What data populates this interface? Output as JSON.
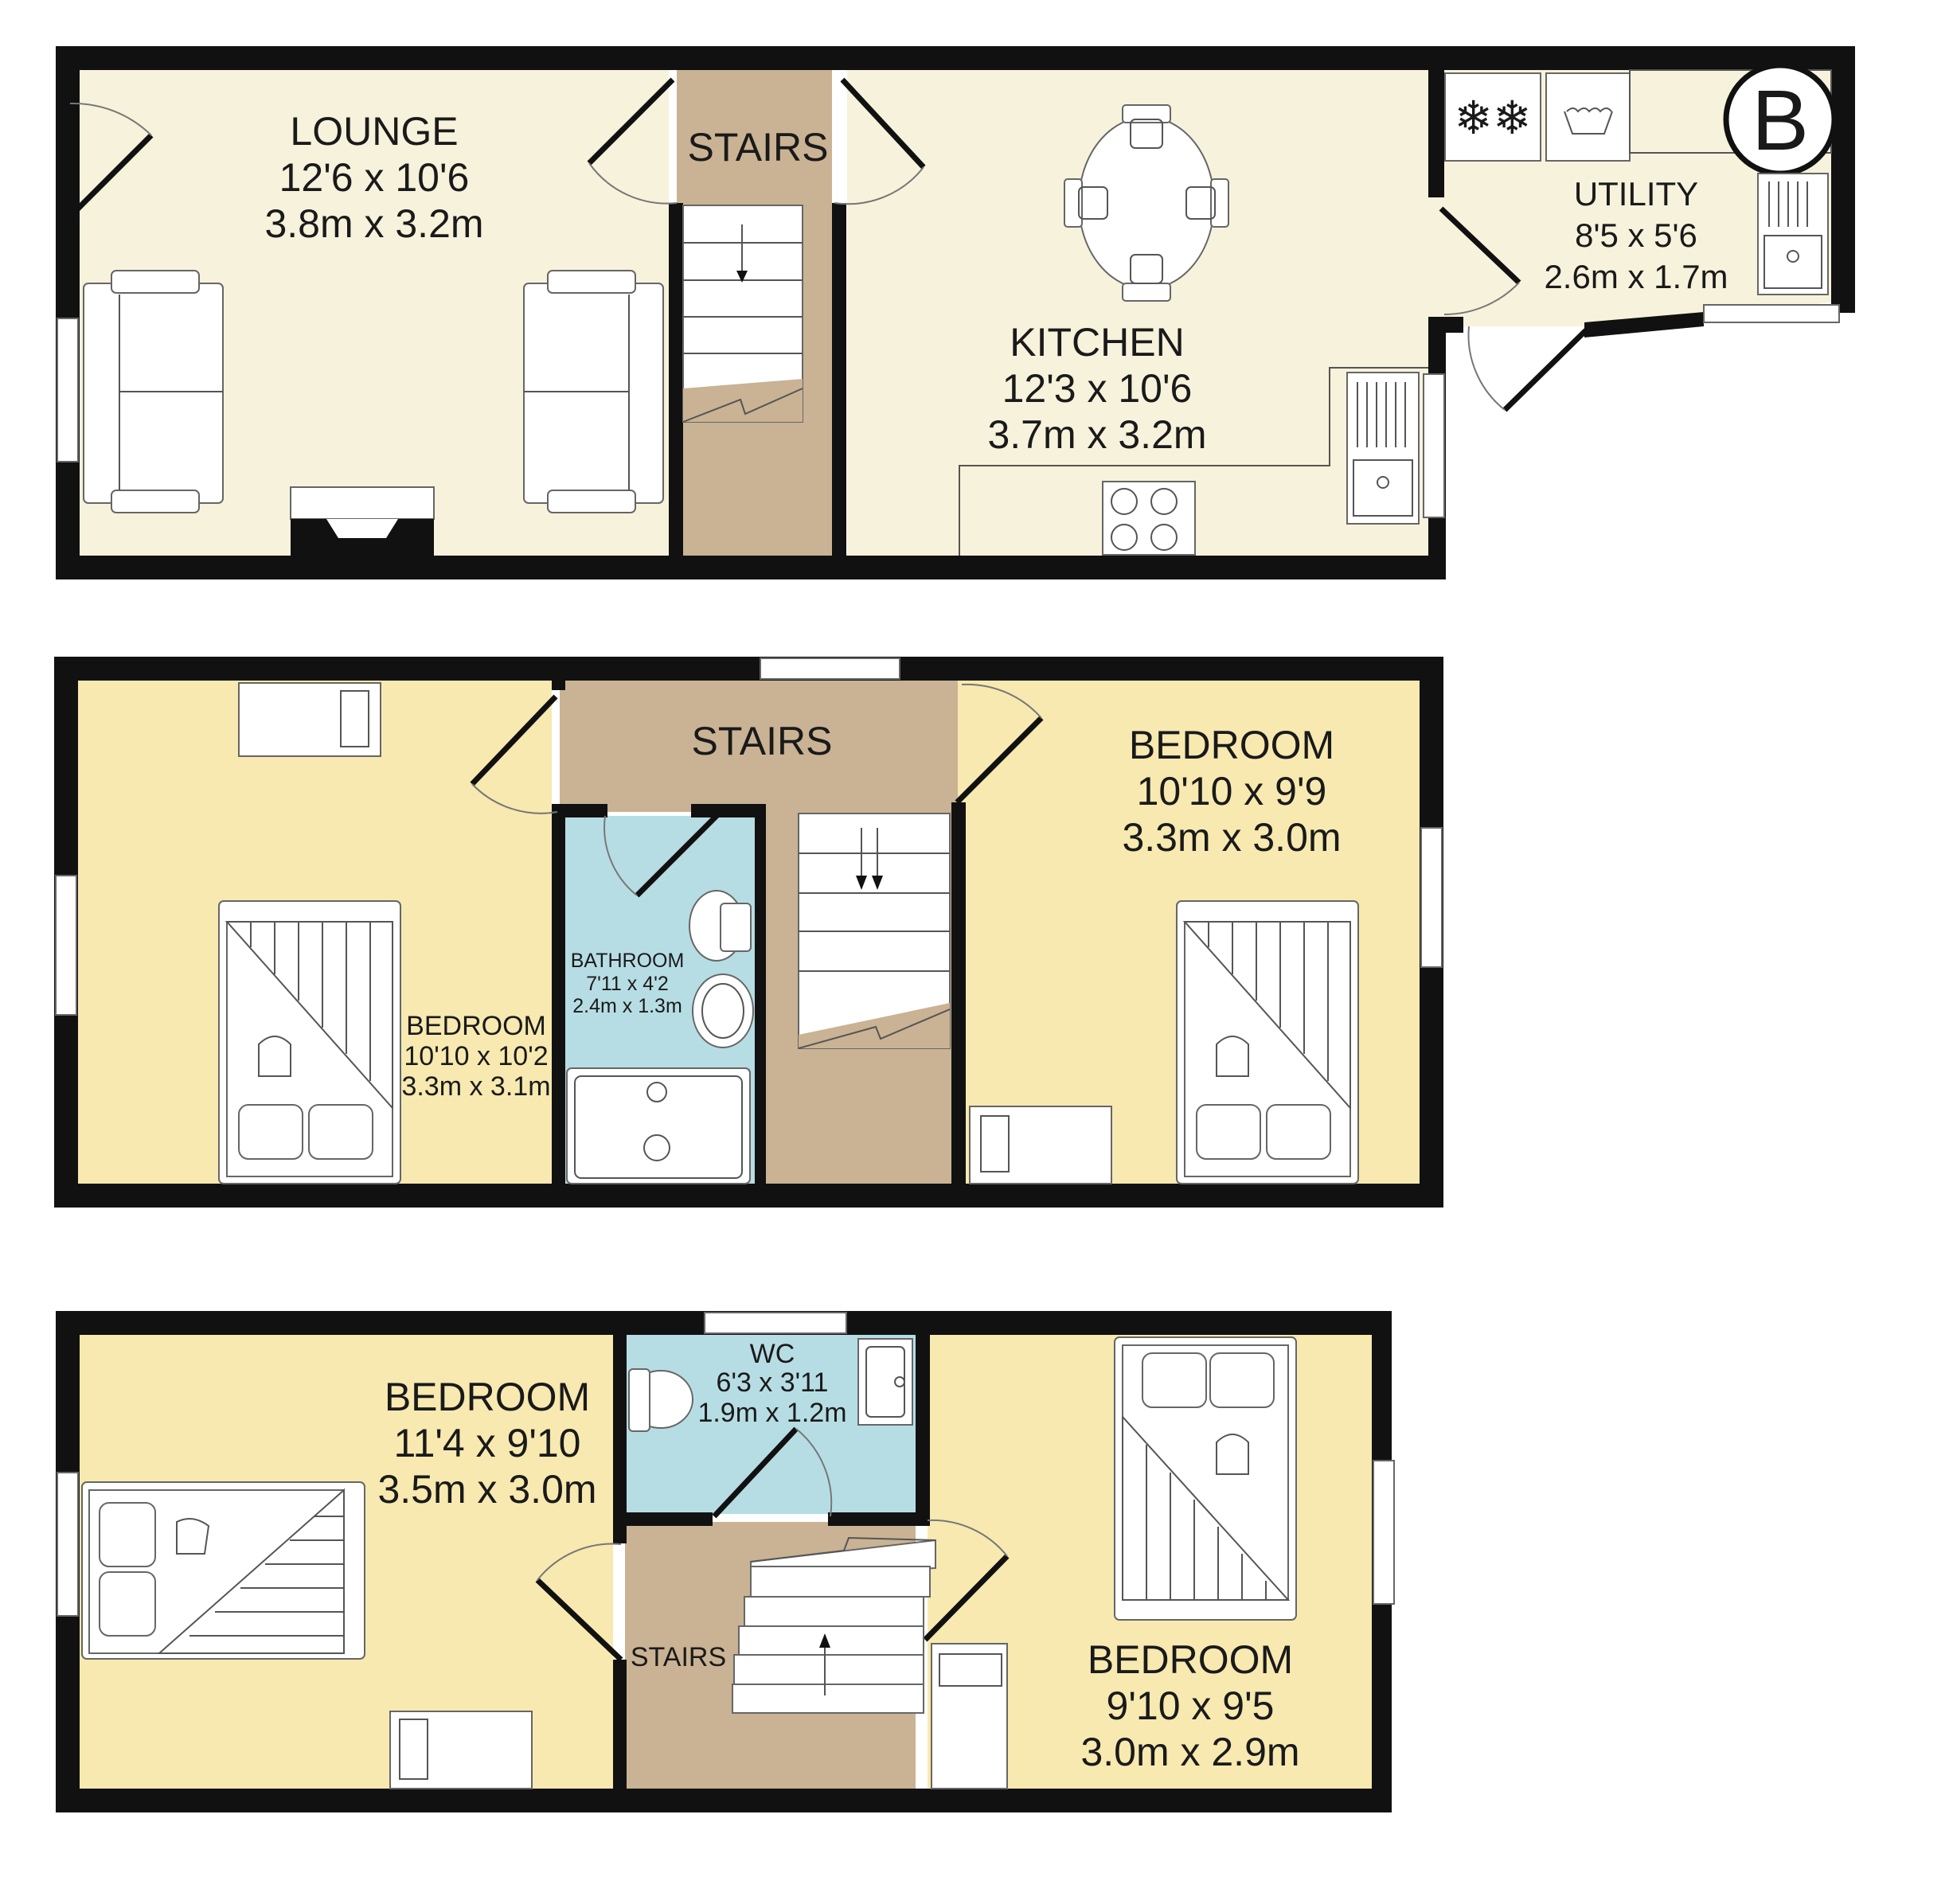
{
  "colors": {
    "room": "#f7f2dc",
    "room_upper": "#f7e9b0",
    "stairs": "#c9b394",
    "bath": "#b7dde4",
    "wall": "#111111"
  },
  "floors": [
    {
      "rooms": [
        {
          "name": "LOUNGE",
          "imperial": "12'6 x 10'6",
          "metric": "3.8m x 3.2m"
        },
        {
          "name": "STAIRS"
        },
        {
          "name": "KITCHEN",
          "imperial": "12'3 x 10'6",
          "metric": "3.7m x 3.2m"
        },
        {
          "name": "UTILITY",
          "imperial": "8'5 x 5'6",
          "metric": "2.6m x 1.7m"
        }
      ],
      "boiler_label": "B"
    },
    {
      "rooms": [
        {
          "name": "BEDROOM",
          "imperial": "10'10 x 10'2",
          "metric": "3.3m x 3.1m"
        },
        {
          "name": "BATHROOM",
          "imperial": "7'11 x 4'2",
          "metric": "2.4m x 1.3m"
        },
        {
          "name": "STAIRS"
        },
        {
          "name": "BEDROOM",
          "imperial": "10'10 x 9'9",
          "metric": "3.3m x 3.0m"
        }
      ]
    },
    {
      "rooms": [
        {
          "name": "BEDROOM",
          "imperial": "11'4 x 9'10",
          "metric": "3.5m x 3.0m"
        },
        {
          "name": "WC",
          "imperial": "6'3 x 3'11",
          "metric": "1.9m x 1.2m"
        },
        {
          "name": "STAIRS"
        },
        {
          "name": "BEDROOM",
          "imperial": "9'10 x 9'5",
          "metric": "3.0m x 2.9m"
        }
      ]
    }
  ]
}
